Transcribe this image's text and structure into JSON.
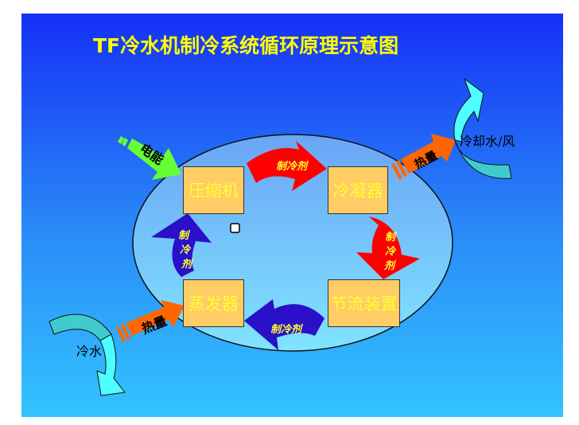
{
  "title": "TF冷水机制冷系统循环原理示意图",
  "components": {
    "compressor": "压缩机",
    "condenser": "冷凝器",
    "evaporator": "蒸发器",
    "throttle": "节流装置"
  },
  "flows": {
    "refrigerant": "制冷剂",
    "refrigerant_v1": "制",
    "refrigerant_v2": "冷",
    "refrigerant_v3": "剂",
    "electric_energy": "电能",
    "heat_out": "热量",
    "heat_in": "热量"
  },
  "labels": {
    "cooling": "冷却水/风",
    "chilled_water": "冷水"
  },
  "colors": {
    "box_fill": "#ffcc66",
    "box_text": "#ffff33",
    "refrigerant_hot": "#ff0000",
    "refrigerant_cold": "#2a10c8",
    "energy": "#66ff33",
    "heat": "#ff6600",
    "water": "#44ffff"
  }
}
